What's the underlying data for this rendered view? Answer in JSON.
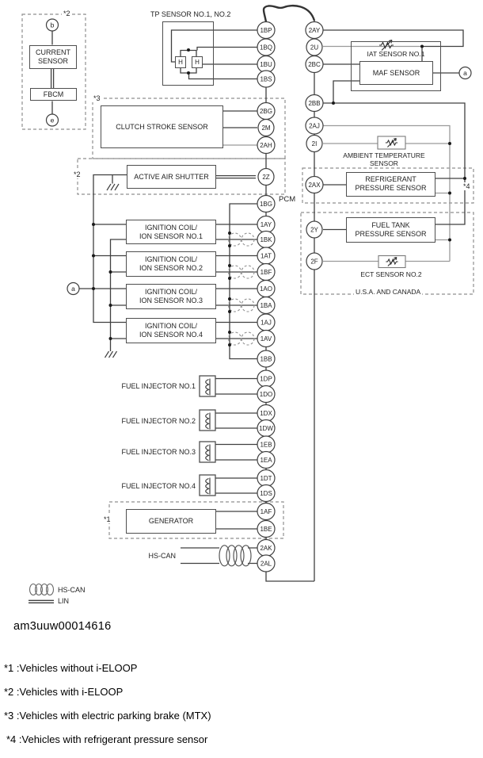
{
  "diagram": {
    "pcm_label": "PCM",
    "left_connectors": [
      "1BP",
      "1BQ",
      "1BU",
      "1BS",
      "2BG",
      "2M",
      "2AH",
      "2Z",
      "1BG",
      "1AY",
      "1BK",
      "1AT",
      "1BF",
      "1AO",
      "1BA",
      "1AJ",
      "1AV",
      "1BB",
      "1DP",
      "1DO",
      "1DX",
      "1DW",
      "1EB",
      "1EA",
      "1DT",
      "1DS",
      "1AF",
      "1BE",
      "2AK",
      "2AL"
    ],
    "right_connectors": [
      "2AY",
      "2U",
      "2BC",
      "2BB",
      "2AJ",
      "2I",
      "2AX",
      "2Y",
      "2F"
    ],
    "nodes": {
      "b": "b",
      "e": "e",
      "a_left": "a",
      "a_right": "a"
    },
    "hall_label": "H",
    "ieloop_group": {
      "footnote_ref": "*2",
      "current_sensor": "CURRENT SENSOR",
      "fbcm": "FBCM"
    },
    "tp_sensor_label": "TP SENSOR NO.1, NO.2",
    "clutch": {
      "footnote_ref": "*3",
      "label": "CLUTCH STROKE SENSOR"
    },
    "active_air_shutter": {
      "footnote_ref": "*2",
      "label": "ACTIVE AIR SHUTTER"
    },
    "ignition_coils": [
      [
        "IGNITION COIL/",
        "ION SENSOR NO.1"
      ],
      [
        "IGNITION COIL/",
        "ION SENSOR NO.2"
      ],
      [
        "IGNITION COIL/",
        "ION SENSOR NO.3"
      ],
      [
        "IGNITION COIL/",
        "ION SENSOR NO.4"
      ]
    ],
    "fuel_injectors": [
      "FUEL INJECTOR NO.1",
      "FUEL INJECTOR NO.2",
      "FUEL INJECTOR NO.3",
      "FUEL INJECTOR NO.4"
    ],
    "generator": {
      "footnote_ref": "*1",
      "label": "GENERATOR"
    },
    "hs_can_line_label": "HS-CAN",
    "iat_sensor_label": "IAT SENSOR NO.1",
    "maf_sensor_label": "MAF SENSOR",
    "ambient_sensor_label": [
      "AMBIENT TEMPERATURE",
      "SENSOR"
    ],
    "refrigerant": {
      "footnote_ref": "*4",
      "label": [
        "REFRIGERANT",
        "PRESSURE SENSOR"
      ]
    },
    "fuel_tank_label": [
      "FUEL TANK",
      "PRESSURE SENSOR"
    ],
    "ect_sensor_label": "ECT SENSOR NO.2",
    "usa_canada_label": "U.S.A. AND CANADA",
    "legend": [
      {
        "symbol": "hs-can-twisted-pair",
        "label": "HS-CAN"
      },
      {
        "symbol": "lin-double-line",
        "label": "LIN"
      }
    ],
    "figure_code": "am3uuw00014616",
    "footnotes": [
      "*1 :Vehicles without i-ELOOP",
      "*2 :Vehicles with i-ELOOP",
      "*3 :Vehicles with electric parking brake (MTX)",
      "*4 :Vehicles with refrigerant pressure sensor"
    ],
    "colors": {
      "wire_primary": "#404040",
      "wire_secondary": "#9a9a9a",
      "dashed_outline": "#8f8f8f"
    }
  }
}
